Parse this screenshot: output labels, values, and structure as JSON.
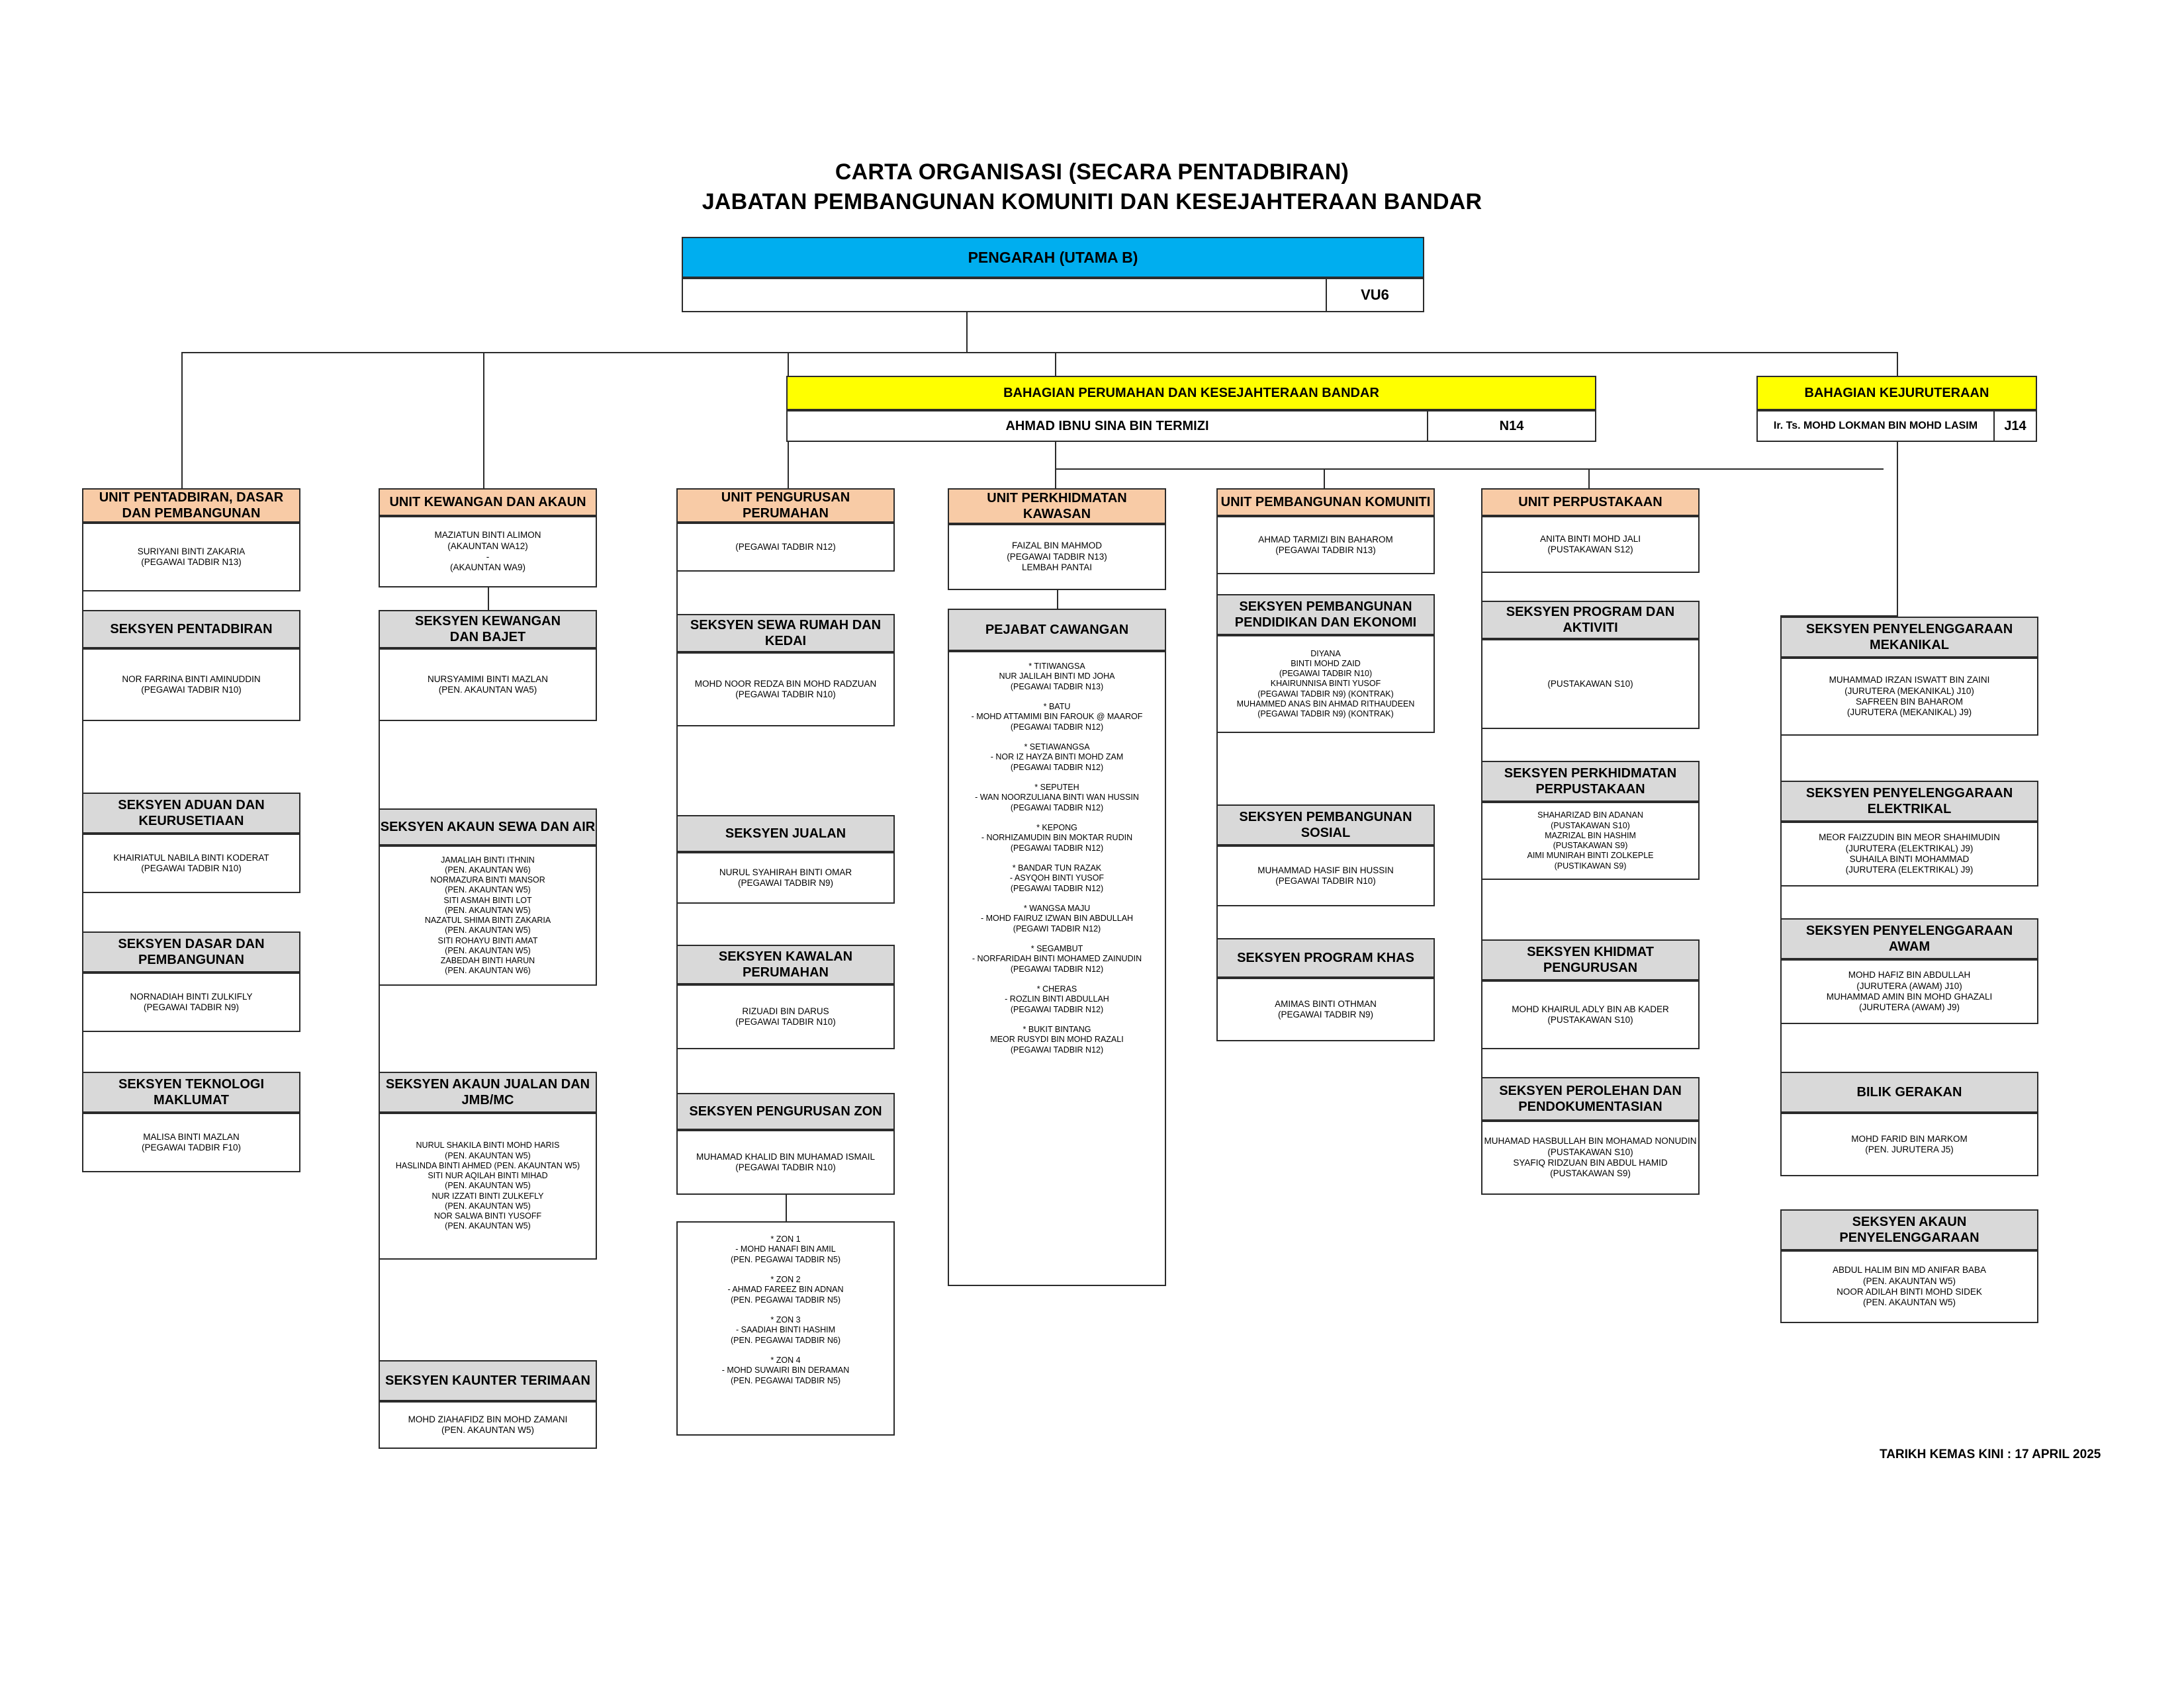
{
  "title": {
    "line1": "CARTA ORGANISASI (SECARA PENTADBIRAN)",
    "line2": "JABATAN PEMBANGUNAN KOMUNITI DAN KESEJAHTERAAN BANDAR"
  },
  "footer": {
    "updated": "TARIKH KEMAS KINI : 17 APRIL 2025"
  },
  "colors": {
    "director_header": "#00AEEF",
    "division_header": "#FFFF00",
    "unit_header": "#F8CBA6",
    "section_header": "#D9D9D9",
    "border": "#2b2b2b"
  },
  "director": {
    "title": "PENGARAH (UTAMA B)",
    "name": "",
    "grade": "VU6"
  },
  "divisions": [
    {
      "title": "BAHAGIAN PERUMAHAN DAN KESEJAHTERAAN BANDAR",
      "name": "AHMAD IBNU SINA BIN TERMIZI",
      "grade": "N14"
    },
    {
      "title": "BAHAGIAN KEJURUTERAAN",
      "name": "Ir. Ts. MOHD LOKMAN BIN MOHD LASIM",
      "grade": "J14"
    }
  ],
  "units": [
    {
      "header": "UNIT PENTADBIRAN, DASAR\nDAN PEMBANGUNAN",
      "staff": "SURIYANI BINTI ZAKARIA\n(PEGAWAI TADBIR N13)",
      "sections": [
        {
          "header": "SEKSYEN PENTADBIRAN",
          "staff": "NOR FARRINA BINTI AMINUDDIN\n(PEGAWAI TADBIR N10)"
        },
        {
          "header": "SEKSYEN ADUAN DAN\nKEURUSETIAAN",
          "staff": "KHAIRIATUL NABILA BINTI KODERAT\n(PEGAWAI TADBIR N10)"
        },
        {
          "header": "SEKSYEN DASAR DAN\nPEMBANGUNAN",
          "staff": "NORNADIAH BINTI ZULKIFLY\n(PEGAWAI TADBIR N9)"
        },
        {
          "header": "SEKSYEN TEKNOLOGI\nMAKLUMAT",
          "staff": "MALISA BINTI MAZLAN\n(PEGAWAI TADBIR F10)"
        }
      ]
    },
    {
      "header": "UNIT  KEWANGAN DAN AKAUN",
      "staff": "MAZIATUN BINTI ALIMON\n(AKAUNTAN WA12)\n-\n(AKAUNTAN WA9)",
      "sections": [
        {
          "header": "SEKSYEN KEWANGAN\nDAN BAJET",
          "staff": "NURSYAMIMI BINTI MAZLAN\n(PEN. AKAUNTAN WA5)"
        },
        {
          "header": "SEKSYEN AKAUN SEWA DAN AIR",
          "staff": "JAMALIAH BINTI ITHNIN\n(PEN. AKAUNTAN W6)\nNORMAZURA BINTI MANSOR\n(PEN. AKAUNTAN W5)\nSITI ASMAH BINTI LOT\n(PEN. AKAUNTAN W5)\nNAZATUL SHIMA BINTI ZAKARIA\n(PEN. AKAUNTAN W5)\nSITI ROHAYU BINTI AMAT\n(PEN. AKAUNTAN W5)\nZABEDAH BINTI HARUN\n(PEN. AKAUNTAN W6)"
        },
        {
          "header": "SEKSYEN AKAUN JUALAN DAN\nJMB/MC",
          "staff": "NURUL SHAKILA BINTI MOHD HARIS\n(PEN. AKAUNTAN W5)\nHASLINDA BINTI AHMED                (PEN. AKAUNTAN W5)\nSITI NUR AQILAH BINTI MIHAD\n(PEN. AKAUNTAN W5)\nNUR IZZATI BINTI ZULKEFLY\n(PEN. AKAUNTAN W5)\nNOR SALWA BINTI YUSOFF\n(PEN. AKAUNTAN W5)"
        },
        {
          "header": "SEKSYEN KAUNTER TERIMAAN",
          "staff": "MOHD ZIAHAFIDZ BIN MOHD ZAMANI\n(PEN. AKAUNTAN W5)"
        }
      ]
    },
    {
      "header": "UNIT  PENGURUSAN\nPERUMAHAN",
      "staff": "(PEGAWAI TADBIR N12)",
      "sections": [
        {
          "header": "SEKSYEN SEWA RUMAH DAN\nKEDAI",
          "staff": "MOHD NOOR REDZA BIN MOHD RADZUAN\n(PEGAWAI TADBIR N10)"
        },
        {
          "header": "SEKSYEN JUALAN",
          "staff": "NURUL SYAHIRAH BINTI OMAR\n(PEGAWAI TADBIR N9)"
        },
        {
          "header": "SEKSYEN KAWALAN\nPERUMAHAN",
          "staff": "RIZUADI BIN DARUS\n(PEGAWAI TADBIR N10)"
        },
        {
          "header": "SEKSYEN PENGURUSAN ZON",
          "staff": "MUHAMAD KHALID BIN MUHAMAD ISMAIL\n(PEGAWAI TADBIR N10)"
        }
      ],
      "sub_list": "* ZON 1\n- MOHD HANAFI BIN AMIL\n(PEN. PEGAWAI TADBIR N5)\n\n* ZON 2\n- AHMAD FAREEZ BIN ADNAN\n(PEN. PEGAWAI TADBIR N5)\n\n* ZON 3\n- SAADIAH BINTI HASHIM\n(PEN. PEGAWAI TADBIR N6)\n\n* ZON 4\n- MOHD SUWAIRI BIN DERAMAN\n(PEN. PEGAWAI TADBIR N5)"
    },
    {
      "header": "UNIT PERKHIDMATAN\nKAWASAN",
      "staff": "FAIZAL BIN MAHMOD\n(PEGAWAI TADBIR N13)\nLEMBAH PANTAI",
      "sections": [
        {
          "header": "PEJABAT CAWANGAN",
          "staff": "* TITIWANGSA\nNUR JALILAH BINTI MD JOHA\n(PEGAWAI TADBIR N13)\n\n* BATU\n- MOHD ATTAMIMI BIN FAROUK @ MAAROF\n(PEGAWAI TADBIR N12)\n\n* SETIAWANGSA\n- NOR IZ HAYZA BINTI MOHD ZAM\n(PEGAWAI TADBIR N12)\n\n* SEPUTEH\n- WAN NOORZULIANA BINTI WAN HUSSIN\n(PEGAWAI TADBIR N12)\n\n* KEPONG\n- NORHIZAMUDIN BIN MOKTAR RUDIN\n(PEGAWAI TADBIR N12)\n\n* BANDAR TUN RAZAK\n- ASYQOH BINTI YUSOF\n(PEGAWAI TADBIR N12)\n\n* WANGSA MAJU\n- MOHD FAIRUZ IZWAN BIN ABDULLAH\n(PEGAWI TADBIR N12)\n\n* SEGAMBUT\n- NORFARIDAH BINTI MOHAMED ZAINUDIN\n(PEGAWAI TADBIR N12)\n\n* CHERAS\n- ROZLIN BINTI ABDULLAH\n(PEGAWAI TADBIR N12)\n\n* BUKIT BINTANG\nMEOR RUSYDI BIN MOHD RAZALI\n(PEGAWAI TADBIR N12)"
        }
      ]
    },
    {
      "header": "UNIT  PEMBANGUNAN KOMUNITI",
      "staff": "AHMAD TARMIZI BIN BAHAROM\n(PEGAWAI TADBIR N13)",
      "sections": [
        {
          "header": "SEKSYEN PEMBANGUNAN\nPENDIDIKAN DAN EKONOMI",
          "staff": "                             DIYANA\nBINTI MOHD ZAID\n(PEGAWAI TADBIR N10)\nKHAIRUNNISA BINTI YUSOF\n(PEGAWAI TADBIR N9) (KONTRAK)\nMUHAMMED ANAS BIN AHMAD RITHAUDEEN\n(PEGAWAI TADBIR N9) (KONTRAK)"
        },
        {
          "header": "SEKSYEN PEMBANGUNAN\nSOSIAL",
          "staff": "MUHAMMAD HASIF BIN HUSSIN\n(PEGAWAI TADBIR N10)"
        },
        {
          "header": "SEKSYEN PROGRAM KHAS",
          "staff": "AMIMAS BINTI OTHMAN\n(PEGAWAI TADBIR N9)"
        }
      ]
    },
    {
      "header": "UNIT PERPUSTAKAAN",
      "staff": "ANITA BINTI MOHD JALI\n(PUSTAKAWAN S12)",
      "sections": [
        {
          "header": "SEKSYEN PROGRAM DAN\nAKTIVITI",
          "staff": "(PUSTAKAWAN S10)"
        },
        {
          "header": "SEKSYEN PERKHIDMATAN\nPERPUSTAKAAN",
          "staff": "SHAHARIZAD BIN ADANAN\n(PUSTAKAWAN S10)\nMAZRIZAL BIN HASHIM\n(PUSTAKAWAN S9)\nAIMI MUNIRAH BINTI ZOLKEPLE\n(PUSTIKAWAN S9)"
        },
        {
          "header": "SEKSYEN KHIDMAT\nPENGURUSAN",
          "staff": "MOHD KHAIRUL ADLY BIN AB KADER\n(PUSTAKAWAN S10)"
        },
        {
          "header": "SEKSYEN PEROLEHAN DAN\nPENDOKUMENTASIAN",
          "staff": "MUHAMAD HASBULLAH BIN MOHAMAD NONUDIN\n(PUSTAKAWAN S10)\nSYAFIQ RIDZUAN BIN ABDUL HAMID\n(PUSTAKAWAN S9)"
        }
      ]
    }
  ],
  "engineering_sections": [
    {
      "header": "SEKSYEN PENYELENGGARAAN\nMEKANIKAL",
      "staff": "MUHAMMAD IRZAN ISWATT BIN ZAINI\n(JURUTERA (MEKANIKAL) J10)\nSAFREEN BIN BAHAROM\n(JURUTERA (MEKANIKAL) J9)"
    },
    {
      "header": "SEKSYEN PENYELENGGARAAN\nELEKTRIKAL",
      "staff": "MEOR FAIZZUDIN BIN MEOR SHAHIMUDIN\n(JURUTERA (ELEKTRIKAL) J9)\nSUHAILA BINTI MOHAMMAD\n(JURUTERA (ELEKTRIKAL) J9)"
    },
    {
      "header": "SEKSYEN PENYELENGGARAAN\nAWAM",
      "staff": "MOHD HAFIZ BIN ABDULLAH\n(JURUTERA (AWAM) J10)\nMUHAMMAD AMIN BIN MOHD GHAZALI\n(JURUTERA (AWAM) J9)"
    },
    {
      "header": "BILIK GERAKAN",
      "staff": "MOHD FARID BIN MARKOM\n(PEN. JURUTERA J5)"
    },
    {
      "header": "SEKSYEN AKAUN\nPENYELENGGARAAN",
      "staff": "ABDUL HALIM BIN MD ANIFAR BABA\n(PEN. AKAUNTAN W5)\nNOOR ADILAH BINTI MOHD SIDEK\n(PEN. AKAUNTAN W5)"
    }
  ]
}
